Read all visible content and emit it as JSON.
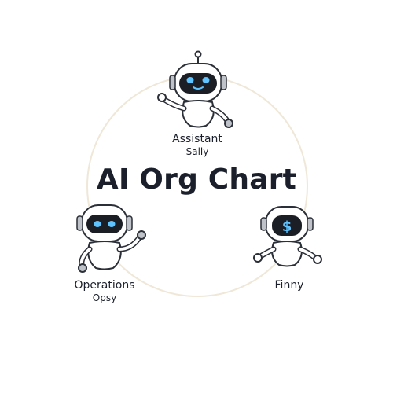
{
  "title": "AI Org Chart",
  "colors": {
    "ring": "#eee6d6",
    "robot_body": "#ffffff",
    "robot_outline": "#2b2f38",
    "visor": "#1b1e25",
    "eyes": "#5ec3ff",
    "ears": "#bfc3c9"
  },
  "nodes": [
    {
      "id": "assistant",
      "role": "Assistant",
      "name": "Sally",
      "face": "smile"
    },
    {
      "id": "operations",
      "role": "Operations",
      "name": "Opsy",
      "face": "eyes"
    },
    {
      "id": "finance",
      "role": "Finny",
      "name": "",
      "face": "dollar",
      "face_text": "$"
    }
  ]
}
